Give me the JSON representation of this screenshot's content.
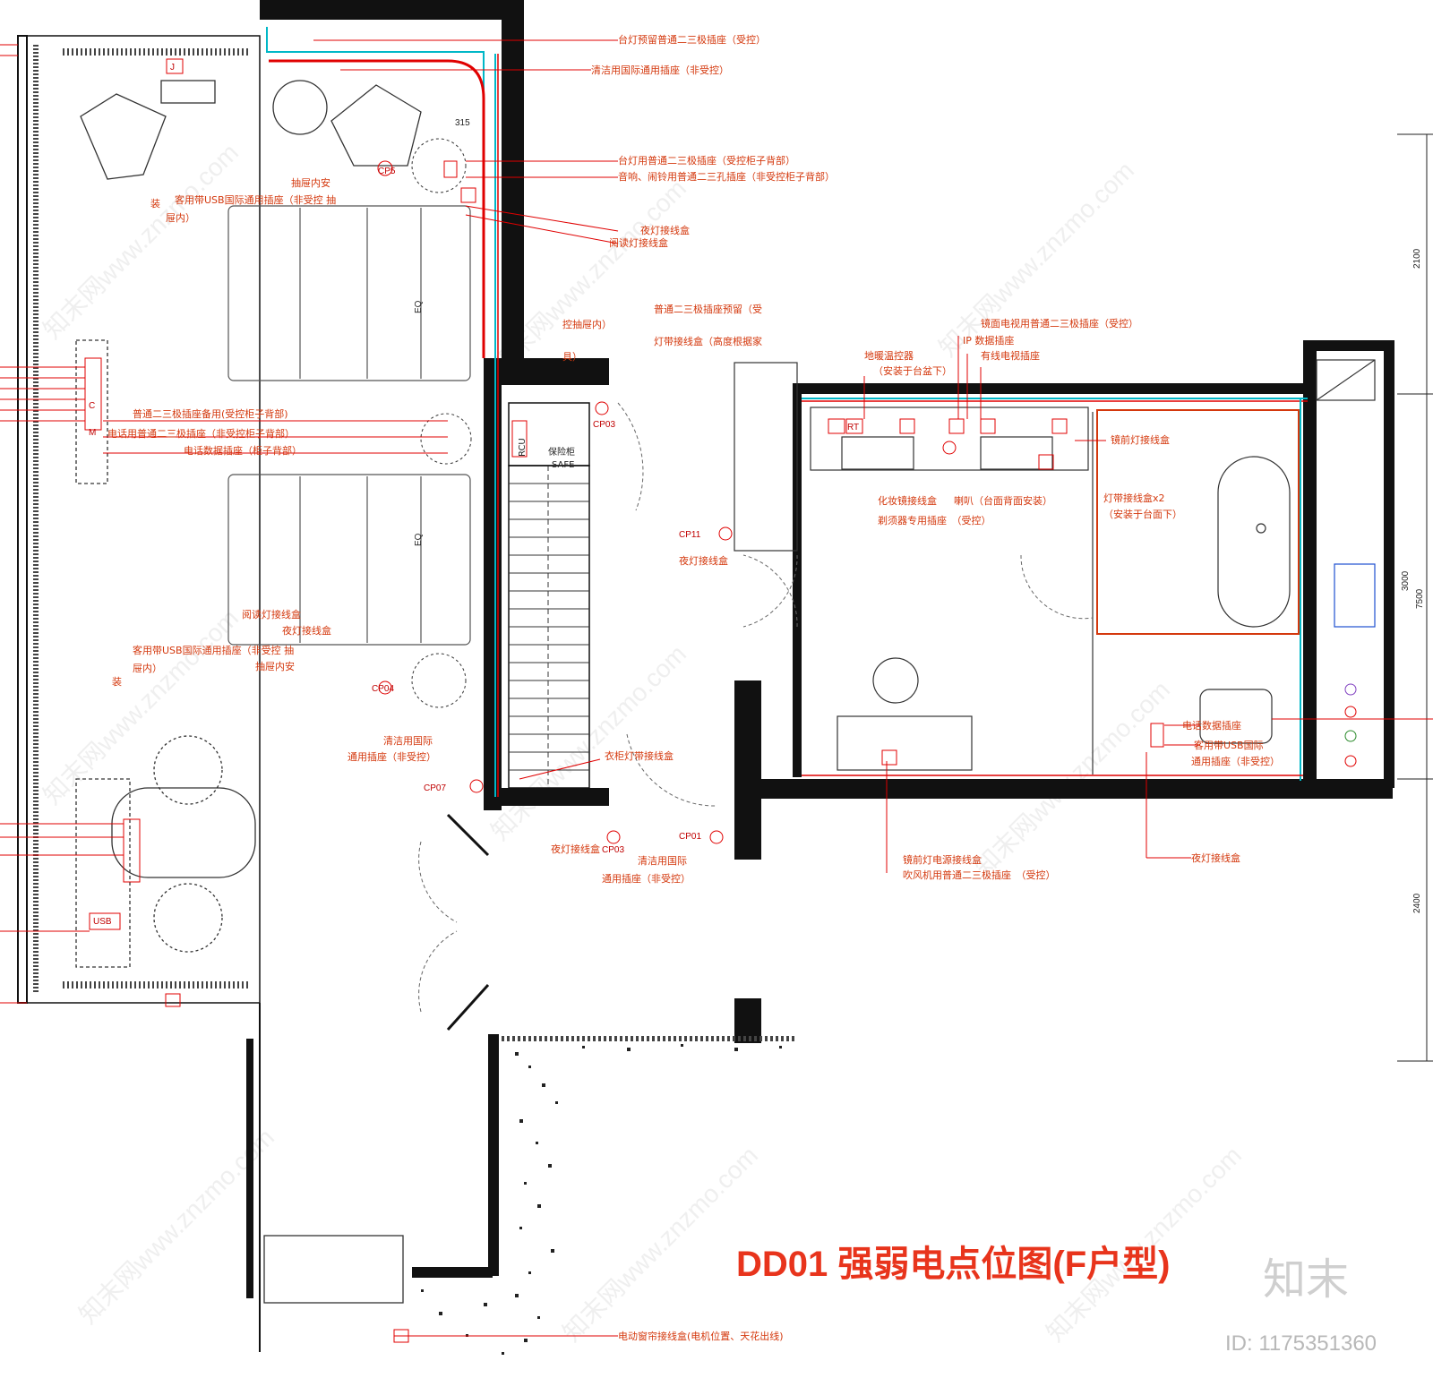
{
  "title": "DD01 强弱电点位图(F户型)",
  "watermark": {
    "brand": "知末",
    "id": "ID: 1175351360",
    "diagonal": "知末网www.znzmo.com"
  },
  "colors": {
    "wall": "#111111",
    "circuit": "#e00000",
    "label": "#d4380d",
    "cyan": "#00b7c7",
    "blue": "#1e50d0"
  },
  "dimensions": [
    "2100",
    "3000",
    "7500",
    "2400",
    "315",
    "EQ",
    "EQ"
  ],
  "codes": [
    "CP5",
    "CP03",
    "CP11",
    "CP04",
    "CP07",
    "CP01",
    "CP03"
  ],
  "labels_top": [
    "台灯预留普通二三极插座（受控）",
    "清洁用国际通用插座（非受控）",
    "台灯用普通二三极插座（受控柜子背部）",
    "音响、闹铃用普通二三孔插座（非受控柜子背部）",
    "夜灯接线盒",
    "阅读灯接线盒"
  ],
  "labels_center": [
    "普通二三极插座预留（受",
    "控抽屉内）",
    "灯带接线盒（高度根据家",
    "具）"
  ],
  "labels_bath": [
    "镜面电视用普通二三极插座（受控）",
    "IP 数据插座",
    "地暖温控器",
    "（安装于台盆下）",
    "有线电视插座",
    "镜前灯接线盒",
    "化妆镜接线盒",
    "喇叭（台面背面安装）",
    "灯带接线盒x2",
    "（安装于台面下）",
    "剃须器专用插座　（受控）",
    "夜灯接线盒"
  ],
  "labels_left": [
    "抽屉内安",
    "客用带USB国际通用插座（非受控 抽",
    "装",
    "屉内）",
    "普通二三极插座备用(受控柜子背部)",
    "电话用普通二三极插座（非受控柜子背部）",
    "电话数据插座（柜子背部）",
    "阅读灯接线盒",
    "夜灯接线盒",
    "客用带USB国际通用插座（非受控 抽",
    "屉内）",
    "抽屉内安",
    "装",
    "清洁用国际",
    "通用插座（非受控）"
  ],
  "labels_bottom": [
    "衣柜灯带接线盒",
    "夜灯接线盒",
    "清洁用国际",
    "通用插座（非受控）",
    "镜前灯电源接线盒",
    "吹风机用普通二三极插座　（受控）",
    "电话数据插座",
    "客用带USB国际",
    "通用插座（非受控）",
    "夜灯接线盒",
    "电动窗帘接线盒(电机位置、天花出线)"
  ],
  "symbols": {
    "safe_cn": "保险柜",
    "safe_en": "SAFE",
    "rcu": "RCU",
    "usb": "USB",
    "j": "J",
    "c": "C",
    "m": "M",
    "rt": "RT"
  }
}
